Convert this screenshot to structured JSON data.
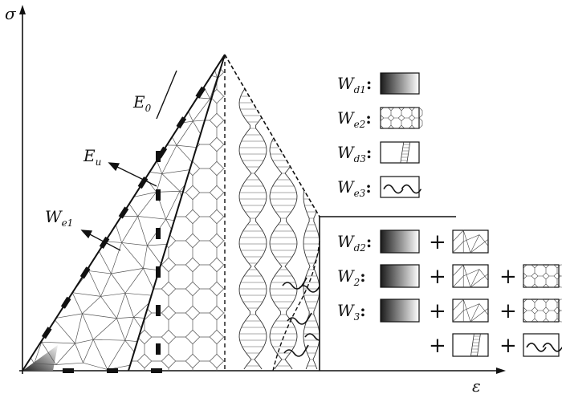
{
  "axes": {
    "y_label": "σ",
    "x_label": "ε"
  },
  "annotations": {
    "e0": {
      "main": "E",
      "sub": "0"
    },
    "eu": {
      "main": "E",
      "sub": "u"
    },
    "we1": {
      "main": "W",
      "sub": "e1"
    }
  },
  "legend": {
    "items": [
      {
        "main": "W",
        "sub": "d1",
        "swatch": "gradient-icon"
      },
      {
        "main": "W",
        "sub": "e2",
        "swatch": "octagon-pattern-icon"
      },
      {
        "main": "W",
        "sub": "d3",
        "swatch": "hatched-band-icon"
      },
      {
        "main": "W",
        "sub": "e3",
        "swatch": "wave-pattern-icon"
      }
    ],
    "formulas": [
      {
        "main": "W",
        "sub": "d2",
        "terms": [
          "gradient-icon",
          "triangle-mesh-icon"
        ]
      },
      {
        "main": "W",
        "sub": "2",
        "terms": [
          "gradient-icon",
          "triangle-mesh-icon",
          "octagon-pattern-icon"
        ]
      },
      {
        "main": "W",
        "sub": "3",
        "terms": [
          "gradient-icon",
          "triangle-mesh-icon",
          "octagon-pattern-icon",
          "hatched-band-icon",
          "wave-pattern-icon"
        ]
      }
    ],
    "colon": ":",
    "plus": "+"
  },
  "colors": {
    "stroke": "#111111",
    "mesh": "#555555",
    "gradient_dark": "#1a1a1a",
    "gradient_light": "#ffffff"
  }
}
